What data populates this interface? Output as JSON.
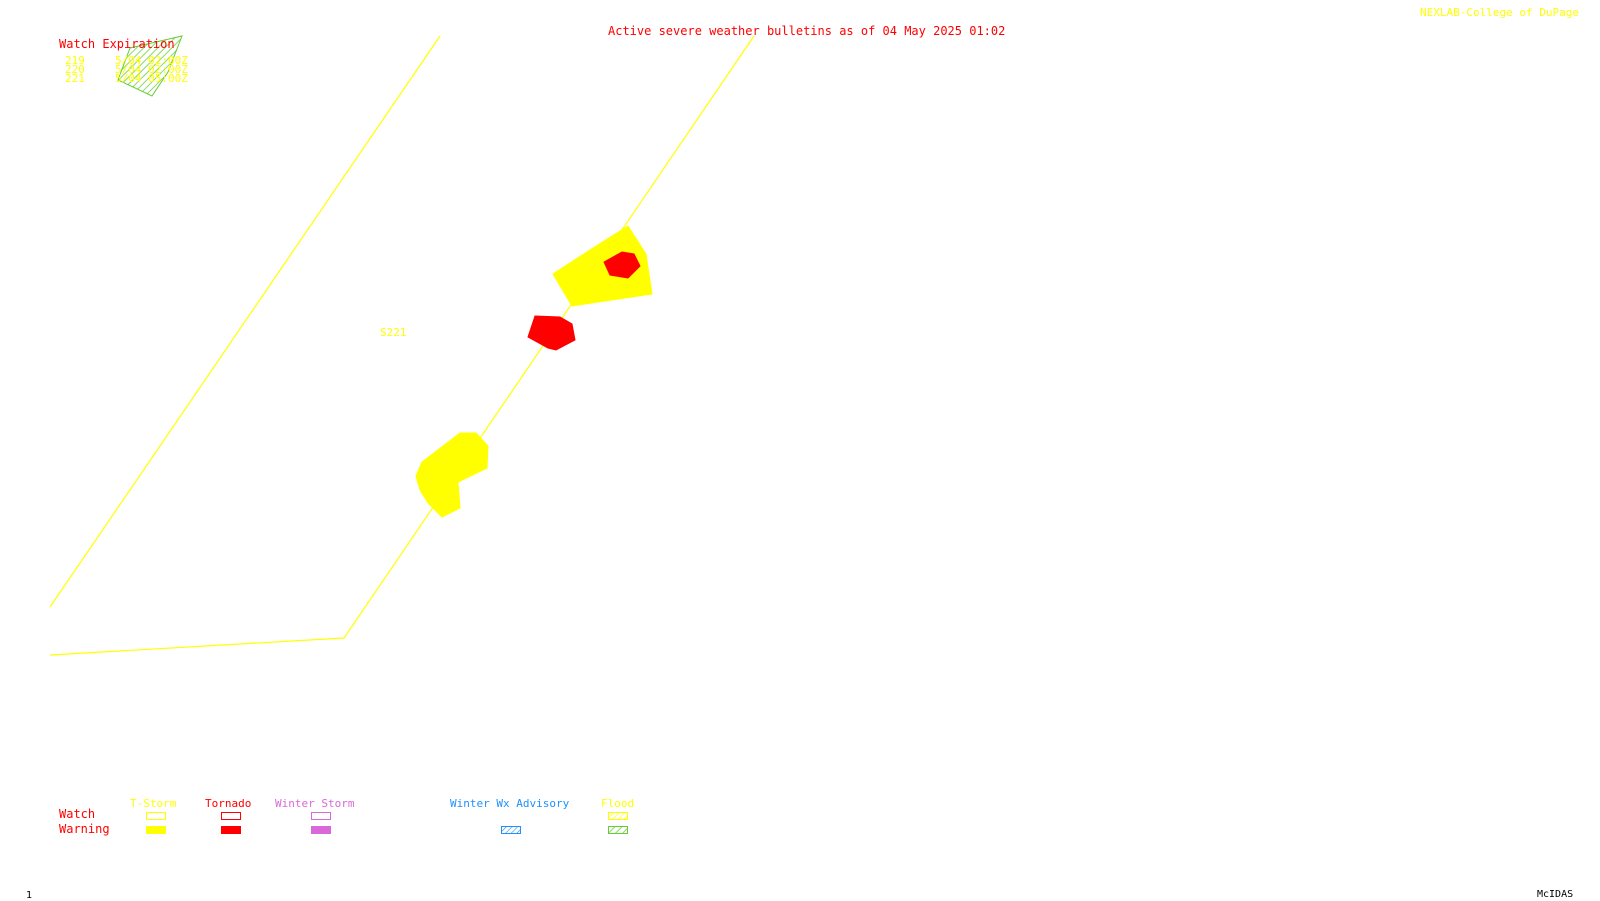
{
  "header": {
    "title": "Active severe weather bulletins as of 04 May 2025 01:02",
    "credit": "NEXLAB-College of DuPage"
  },
  "watch_expiration": {
    "heading": "Watch Expiration",
    "rows": [
      {
        "id": "219",
        "time": "5/04 02:00Z"
      },
      {
        "id": "220",
        "time": "5/04 02:00Z"
      },
      {
        "id": "221",
        "time": "5/04 05:00Z"
      }
    ]
  },
  "map": {
    "watch_label": "S221",
    "colors": {
      "tstorm": "#ffff00",
      "tornado": "#ff0000",
      "winter_storm": "#d968d9",
      "winter_advisory": "#1e90ff",
      "flood": "#66cc33"
    }
  },
  "legend": {
    "row_labels": {
      "watch": "Watch",
      "warning": "Warning"
    },
    "categories": [
      {
        "name": "T-Storm"
      },
      {
        "name": "Tornado"
      },
      {
        "name": "Winter Storm"
      },
      {
        "name": "Winter Wx Advisory"
      },
      {
        "name": "Flood"
      }
    ]
  },
  "footer": {
    "frame_number": "1",
    "software": "McIDAS"
  }
}
